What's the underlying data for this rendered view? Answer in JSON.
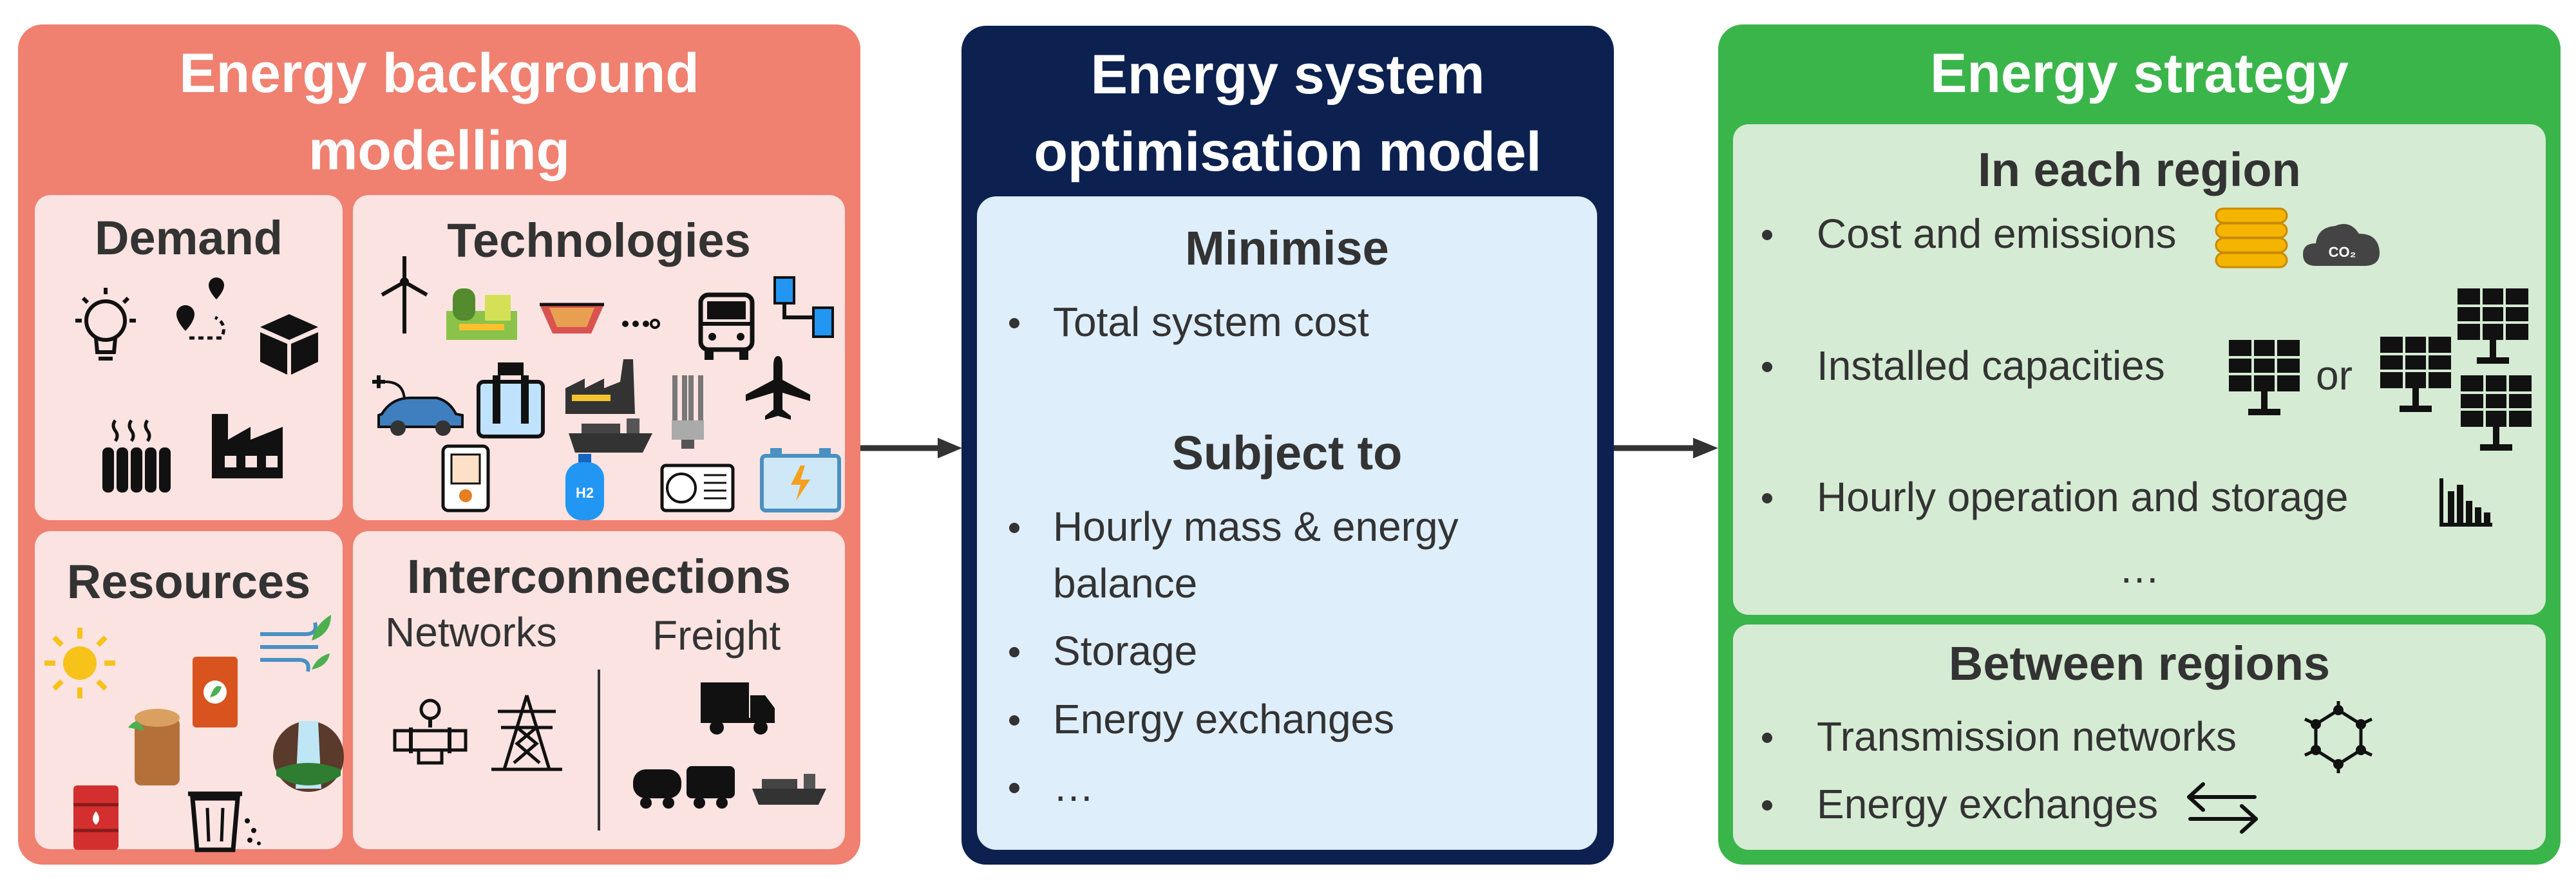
{
  "colors": {
    "left_panel": "#f08070",
    "left_box": "#fbe3e1",
    "middle_panel": "#0c2150",
    "middle_box": "#deeefb",
    "right_panel": "#3ab54a",
    "right_box": "#d5ebd3"
  },
  "left": {
    "title_line1": "Energy background",
    "title_line2": "modelling",
    "demand": {
      "title": "Demand",
      "icons": [
        "lightbulb-icon",
        "route-icon",
        "boxes-icon",
        "radiator-icon",
        "factory-icon"
      ]
    },
    "technologies": {
      "title": "Technologies",
      "icons": [
        "wind-turbine-icon",
        "biogas-plant-icon",
        "mine-icon",
        "pipeline-icon",
        "bus-icon",
        "water-tanks-icon",
        "ev-charging-icon",
        "electrolyser-icon",
        "industry-icon",
        "ship-icon",
        "fluorescent-lamp-icon",
        "airplane-icon",
        "thermostat-icon",
        "hydrogen-cylinder-icon",
        "air-conditioner-icon",
        "battery-icon"
      ]
    },
    "resources": {
      "title": "Resources",
      "icons": [
        "sun-icon",
        "biofuel-barrel-icon",
        "wind-icon",
        "wood-log-icon",
        "waterfall-icon",
        "oil-barrel-icon",
        "waste-bin-icon"
      ]
    },
    "interconnections": {
      "title": "Interconnections",
      "networks_label": "Networks",
      "freight_label": "Freight",
      "icons": [
        "gas-valve-icon",
        "power-pylon-icon",
        "truck-icon",
        "train-tanker-icon",
        "cargo-ship-icon"
      ]
    }
  },
  "middle": {
    "title_line1": "Energy system",
    "title_line2": "optimisation model",
    "minimise_heading": "Minimise",
    "minimise_items": [
      "Total system cost"
    ],
    "subject_heading": "Subject to",
    "subject_items": [
      "Hourly mass & energy",
      "balance",
      "Storage",
      "Energy exchanges",
      "…"
    ]
  },
  "right": {
    "title": "Energy strategy",
    "region_heading": "In each region",
    "region_items": [
      "Cost and emissions",
      "Installed capacities",
      "Hourly operation and storage"
    ],
    "co2_label": "CO₂",
    "or_label": "or",
    "region_ellipsis": "…",
    "between_heading": "Between regions",
    "between_items": [
      "Transmission networks",
      "Energy exchanges"
    ]
  }
}
